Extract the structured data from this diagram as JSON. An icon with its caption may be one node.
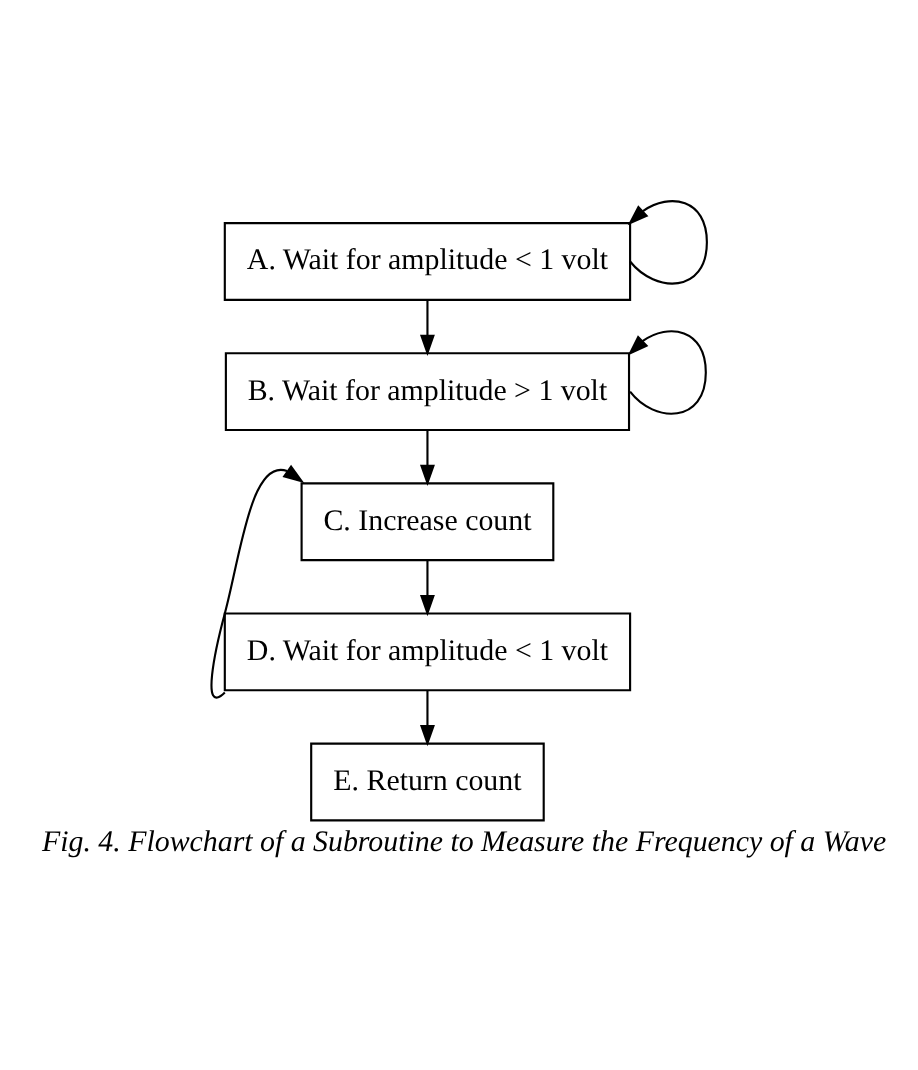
{
  "diagram": {
    "caption": "Fig. 4. Flowchart of a Subroutine to Measure the Frequency of a Wave",
    "nodes": [
      {
        "text": [
          "A. Wait for amplitude < 1 volt"
        ]
      },
      {
        "text": [
          "B. Wait for amplitude > 1 volt"
        ]
      },
      {
        "text": [
          "C. Increase count"
        ]
      },
      {
        "text": [
          "D. Wait for amplitude < 1 volt"
        ]
      },
      {
        "text": [
          "E. Return count"
        ]
      }
    ],
    "edges": [
      {
        "from": 0,
        "to": 0,
        "arrow": "to"
      },
      {
        "from": 0,
        "to": 1,
        "arrow": "to"
      },
      {
        "from": 1,
        "to": 1,
        "arrow": "to"
      },
      {
        "from": 1,
        "to": 2,
        "arrow": "to"
      },
      {
        "from": 2,
        "to": 3,
        "arrow": "to"
      },
      {
        "from": 3,
        "to": 2,
        "arrow": "to"
      },
      {
        "from": 3,
        "to": 4,
        "arrow": "to"
      }
    ]
  }
}
